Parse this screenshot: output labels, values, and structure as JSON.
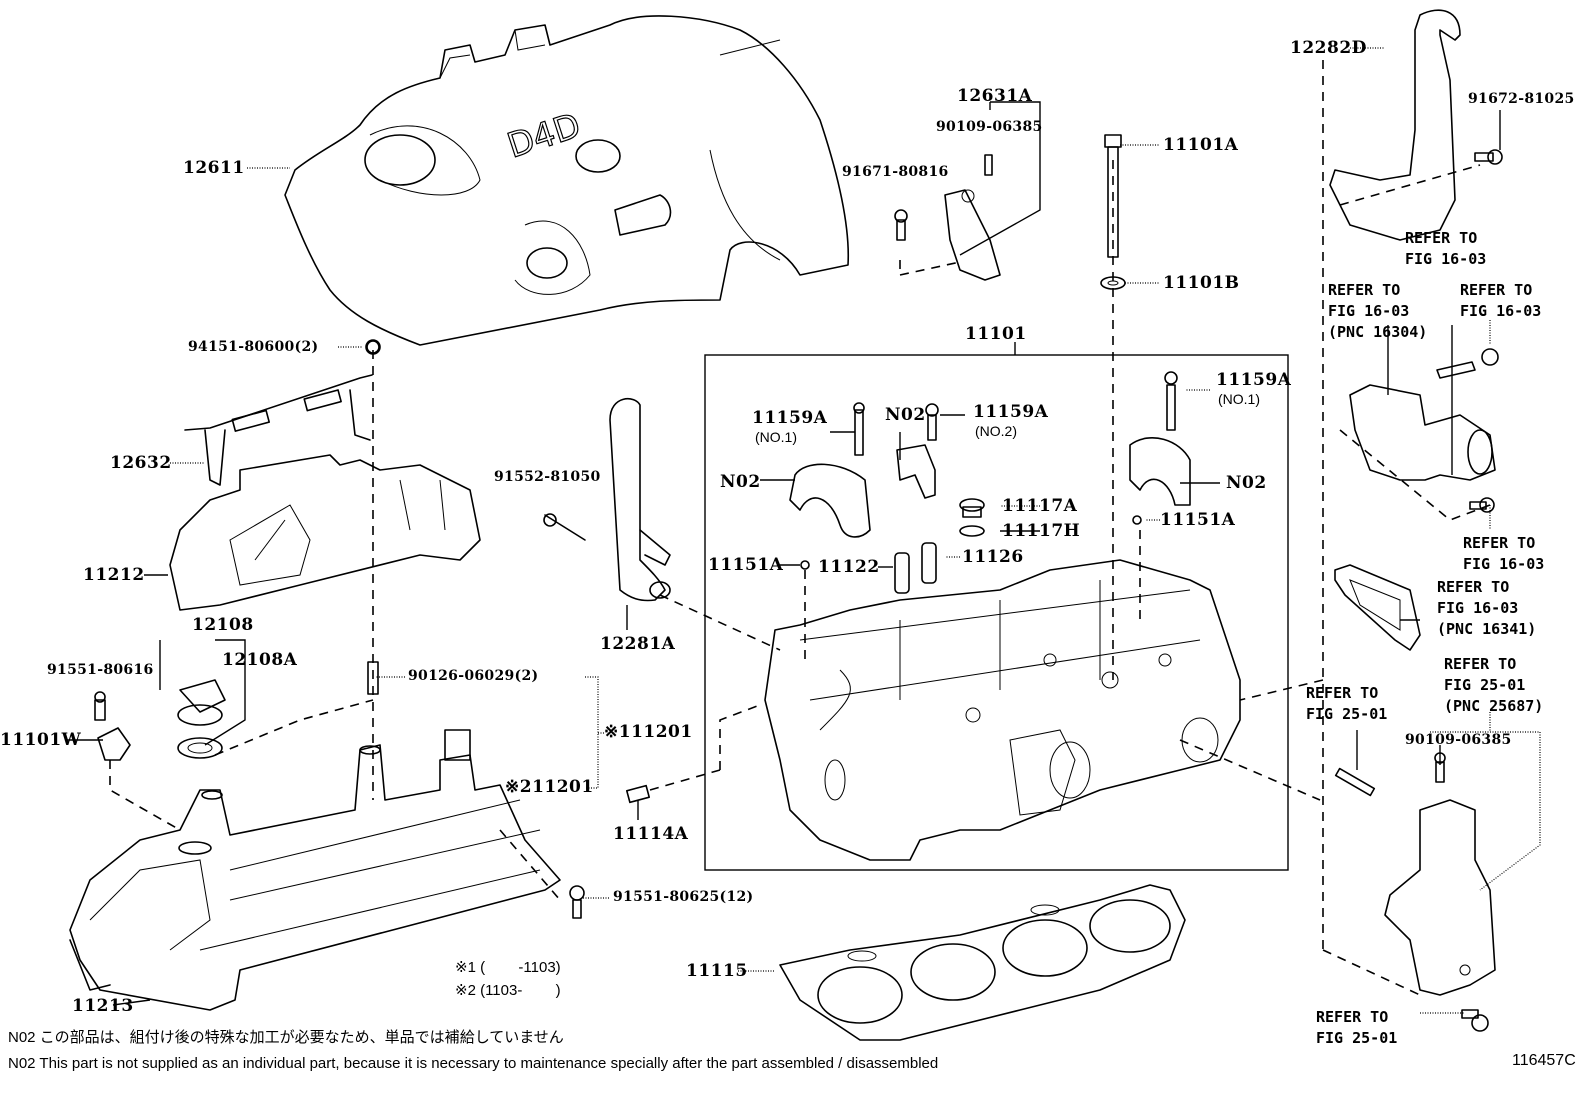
{
  "diagram": {
    "title": "Engine cylinder head & cover parts (exploded view)",
    "figure_id": "116457C",
    "cover_emblem_text": "D4D",
    "callouts": {
      "p12611": "12611",
      "p94151": "94151-80600(2)",
      "p12632": "12632",
      "p11212": "11212",
      "p12108": "12108",
      "p12108A": "12108A",
      "p91551_80616": "91551-80616",
      "p11101W": "11101W",
      "p90126": "90126-06029(2)",
      "p11201_1": "※111201",
      "p11201_2": "※211201",
      "p91551_80625": "91551-80625(12)",
      "p11213": "11213",
      "p12631A": "12631A",
      "p90109_a": "90109-06385",
      "p91671": "91671-80816",
      "p11101A": "11101A",
      "p11101B": "11101B",
      "p11101": "11101",
      "p91552": "91552-81050",
      "p12281A": "12281A",
      "p11114A": "11114A",
      "p11159A_1": "11159A",
      "p11159A_1_sub": "(NO.1)",
      "p11159A_2": "11159A",
      "p11159A_2_sub": "(NO.2)",
      "p11159A_3": "11159A",
      "p11159A_3_sub": "(NO.1)",
      "pN02_1": "N02",
      "pN02_2": "N02",
      "pN02_3": "N02",
      "p11117A": "11117A",
      "p11117H": "11117H",
      "p11151A_1": "11151A",
      "p11151A_2": "11151A",
      "p11122": "11122",
      "p11126": "11126",
      "p11115": "11115",
      "p12282D": "12282D",
      "p91672": "91672-81025",
      "p90109_b": "90109-06385"
    },
    "references": {
      "r1": "REFER TO\nFIG 16-03",
      "r2": "REFER TO\nFIG 16-03\n(PNC 16304)",
      "r3": "REFER TO\nFIG 16-03",
      "r4": "REFER TO\nFIG 16-03",
      "r5": "REFER TO\nFIG 16-03\n(PNC 16341)",
      "r6": "REFER TO\nFIG 25-01\n(PNC 25687)",
      "r7": "REFER TO\nFIG 25-01",
      "r8": "REFER TO\nFIG 25-01"
    },
    "legend": {
      "l1": "※1 (        -1103)",
      "l2": "※2 (1103-        )"
    },
    "notes": {
      "n_ja": "N02  この部品は、組付け後の特殊な加工が必要なため、単品では補給していません",
      "n_en": "N02  This part is not supplied as an individual part, because it is necessary to maintenance specially after the part assembled / disassembled"
    }
  }
}
